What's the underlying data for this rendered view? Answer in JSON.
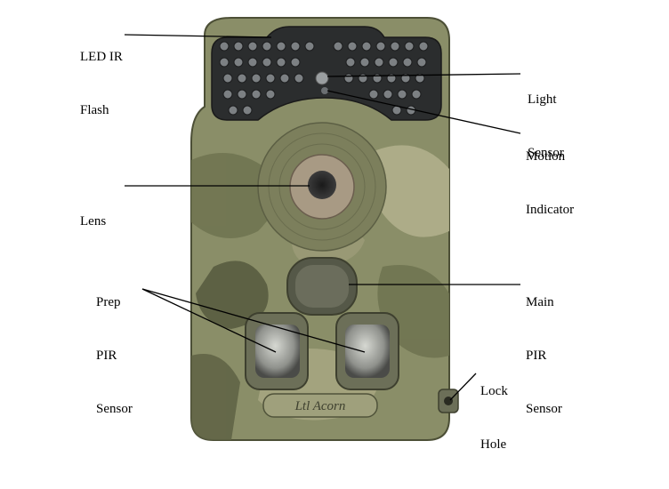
{
  "labels": {
    "led_ir_flash": [
      "LED IR",
      "Flash"
    ],
    "light_sensor": [
      "Light",
      "Sensor"
    ],
    "motion_indicator": [
      "Motion",
      "Indicator"
    ],
    "lens": [
      "Lens"
    ],
    "prep_pir_sensor": [
      "Prep",
      "PIR",
      "Sensor"
    ],
    "main_pir_sensor": [
      "Main",
      "PIR",
      "Sensor"
    ],
    "lock_hole": [
      "Lock",
      "Hole"
    ]
  },
  "brand_logo": "Ltl Acorn",
  "colors": {
    "camo_base": "#8a8e68",
    "camo_light": "#b4b28e",
    "camo_dark": "#565a3e",
    "led_panel": "#2b2d2e",
    "led": "#7c8083"
  }
}
